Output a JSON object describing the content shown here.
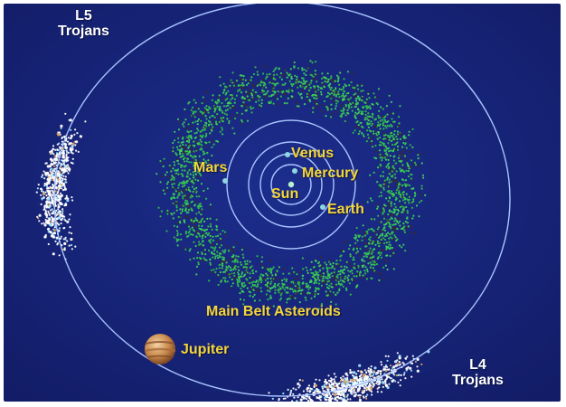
{
  "colors": {
    "background": "#16247a",
    "orbit": "#a9c4ff",
    "belt": "#2fbf4a",
    "trojans": "#ffffff",
    "planet_label": "#f5d63a",
    "trojan_label": "#ffffff",
    "planet_dot": "#8fd6e0"
  },
  "labels": {
    "mars": "Mars",
    "venus": "Venus",
    "mercury": "Mercury",
    "sun": "Sun",
    "earth": "Earth",
    "main_belt": "Main Belt Asteroids",
    "jupiter": "Jupiter",
    "l5_line1": "L5",
    "l5_line2": "Trojans",
    "l4_line1": "L4",
    "l4_line2": "Trojans"
  }
}
